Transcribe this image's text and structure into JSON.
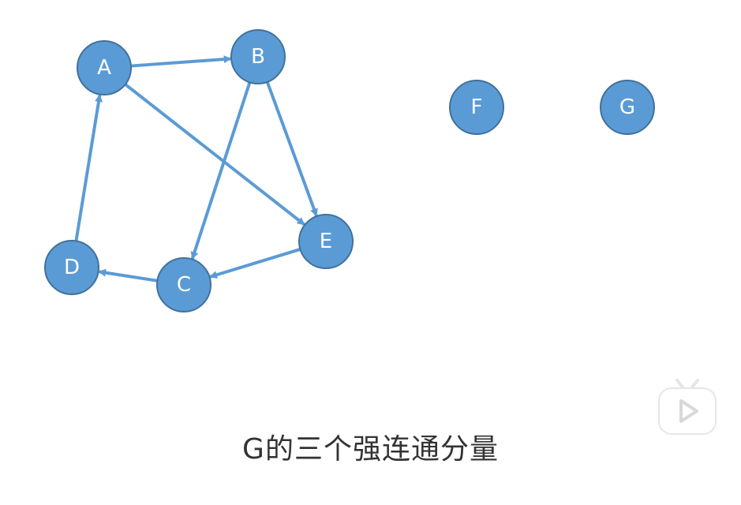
{
  "colors": {
    "node_fill": "#5b9bd5",
    "node_stroke": "#41719c",
    "edge": "#5b9bd5",
    "label": "#ffffff",
    "subtitle": "#333333"
  },
  "graph": {
    "nodes": [
      {
        "id": "A",
        "label": "A"
      },
      {
        "id": "B",
        "label": "B"
      },
      {
        "id": "C",
        "label": "C"
      },
      {
        "id": "D",
        "label": "D"
      },
      {
        "id": "E",
        "label": "E"
      },
      {
        "id": "F",
        "label": "F"
      },
      {
        "id": "G",
        "label": "G"
      }
    ],
    "edges": [
      {
        "from": "A",
        "to": "B"
      },
      {
        "from": "A",
        "to": "E"
      },
      {
        "from": "B",
        "to": "C"
      },
      {
        "from": "B",
        "to": "E"
      },
      {
        "from": "E",
        "to": "C"
      },
      {
        "from": "C",
        "to": "D"
      },
      {
        "from": "D",
        "to": "A"
      }
    ]
  },
  "caption": "G的三个强连通分量",
  "player_badge": {
    "icon": "play-icon"
  }
}
